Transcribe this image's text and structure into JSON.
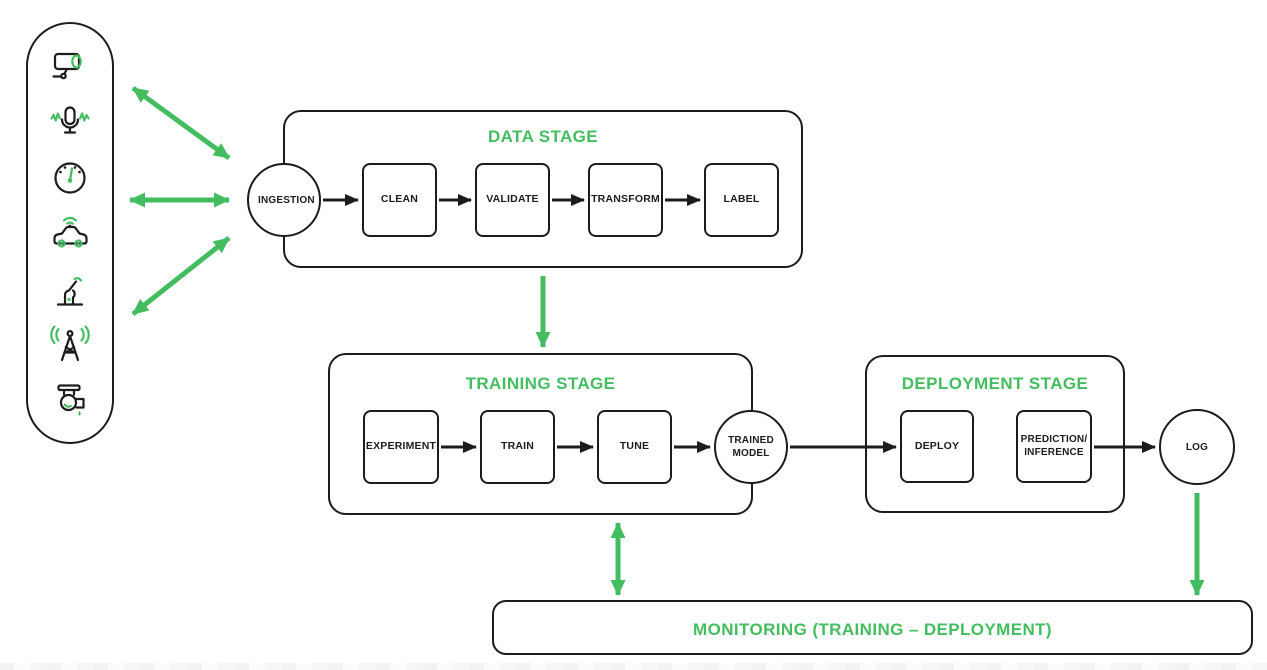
{
  "colors": {
    "accent_green": "#44BD61",
    "line_black": "#1C1C1C",
    "background": "#FFFFFF"
  },
  "source_panel": {
    "icons": [
      "cctv-camera",
      "microphone",
      "gauge",
      "autonomous-car",
      "robot-arm",
      "radio-tower",
      "water-pipe-valve"
    ]
  },
  "stages": {
    "data": {
      "title": "DATA STAGE",
      "entry_node": "INGESTION",
      "steps": [
        "CLEAN",
        "VALIDATE",
        "TRANSFORM",
        "LABEL"
      ]
    },
    "training": {
      "title": "TRAINING STAGE",
      "steps": [
        "EXPERIMENT",
        "TRAIN",
        "TUNE"
      ],
      "output_node": "TRAINED MODEL"
    },
    "deployment": {
      "title": "DEPLOYMENT STAGE",
      "steps": [
        "DEPLOY",
        "PREDICTION/ INFERENCE"
      ],
      "output_node": "LOG"
    },
    "monitoring": {
      "title": "MONITORING (TRAINING – DEPLOYMENT)"
    }
  }
}
